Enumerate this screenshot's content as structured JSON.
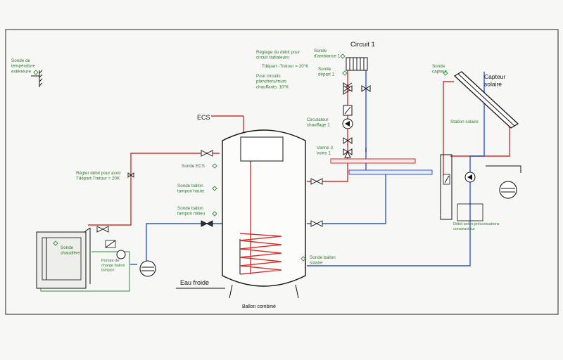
{
  "titles": {
    "circuit1": "Circuit 1",
    "ecs": "ECS",
    "capteur": "Capteur\nsolaire",
    "eau_froide": "Eau froide",
    "ballon": "Ballon combiné"
  },
  "labels": {
    "sonde_ext": "Sonde de\ntempérature\nextérieure",
    "reglage": "Réglage du débit pour\ncircuit radiateurs:",
    "tdepart20": "Tdépart -Tretour = 20°K",
    "planchers": "Pour circuits\nplanchers/murs\nchauffants: 10°K",
    "sonde_amb": "Sonde\nd'ambiance 1",
    "sonde_dep": "Sonde\ndépart 1",
    "circulateur": "Circulateur\nchauffage 1",
    "vanne": "Vanne 3\nvoies 1",
    "sonde_capteur": "Sonde\ncapteur",
    "station": "Station solaire",
    "regler": "Régler débit pour avoir\nTdépart-Tretour = 20K",
    "sonde_ecs": "Sonde ECS",
    "sonde_haute": "Sonde ballon\ntampon haute",
    "sonde_milieu": "Sonde ballon\ntampon milieu",
    "sonde_chaud": "Sonde\nchaudière",
    "pompe": "Pompe de\ncharge ballon\ntampon",
    "sonde_solaire": "Sonde  ballon\nsolaire",
    "debit": "Débit selon préconisations\nconstructeur"
  },
  "colors": {
    "hot": "#d4312d",
    "cold": "#2f55c6",
    "sensor": "#2f8a3a",
    "ink": "#111111"
  }
}
